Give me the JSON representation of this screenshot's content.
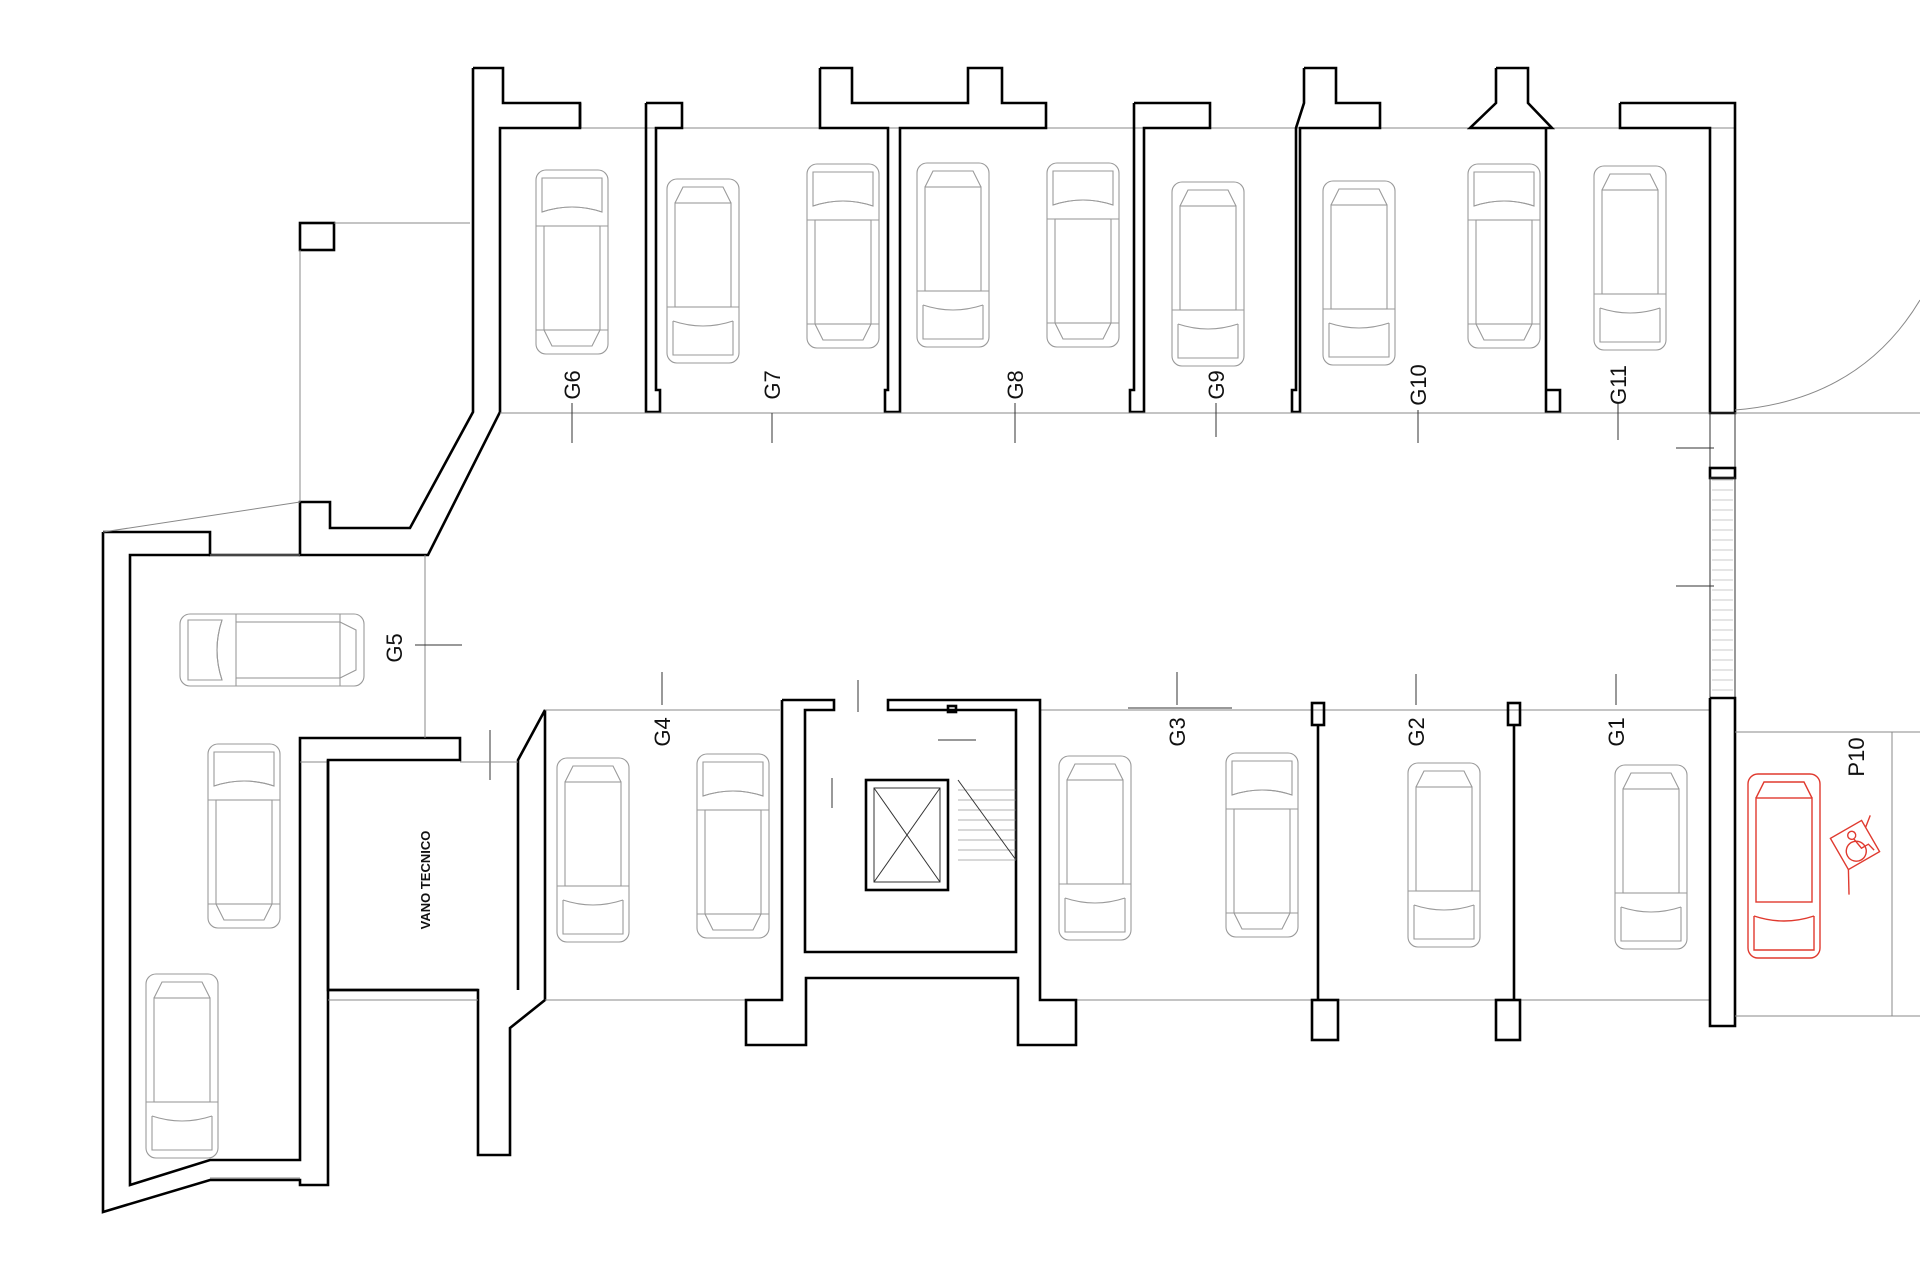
{
  "plan": {
    "garages": [
      {
        "id": "g6",
        "label": "G6"
      },
      {
        "id": "g7",
        "label": "G7"
      },
      {
        "id": "g8",
        "label": "G8"
      },
      {
        "id": "g9",
        "label": "G9"
      },
      {
        "id": "g10",
        "label": "G10"
      },
      {
        "id": "g11",
        "label": "G11"
      },
      {
        "id": "g5",
        "label": "G5"
      },
      {
        "id": "g4",
        "label": "G4"
      },
      {
        "id": "g3",
        "label": "G3"
      },
      {
        "id": "g2",
        "label": "G2"
      },
      {
        "id": "g1",
        "label": "G1"
      }
    ],
    "parking": {
      "label": "P10"
    },
    "technical_room": {
      "label": "VANO TECNICO"
    },
    "colors": {
      "walls": "#000000",
      "cars": "#9a9a9a",
      "accessible_spot": "#e03a2f"
    }
  }
}
